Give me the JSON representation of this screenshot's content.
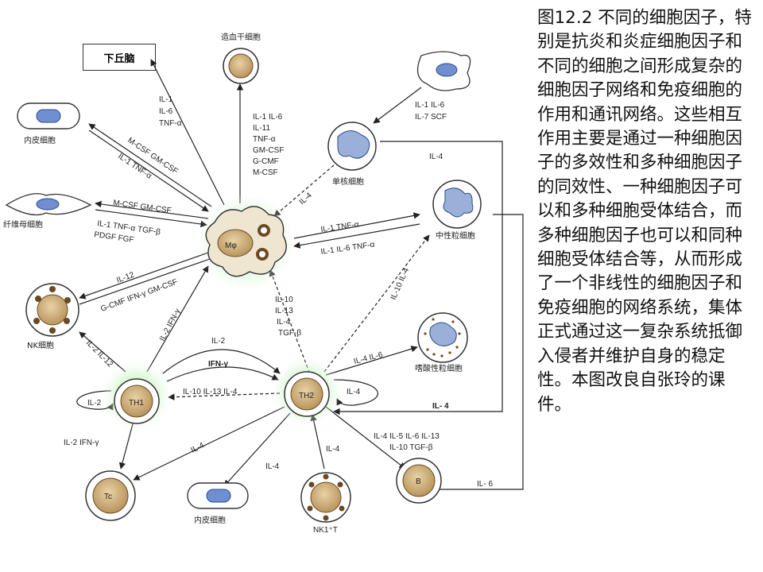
{
  "caption": "图12.2 不同的细胞因子，特别是抗炎和炎症细胞因子和不同的细胞之间形成复杂的细胞因子网络和免疫细胞的作用和通讯网络。这些相互作用主要是通过一种细胞因子的多效性和多种细胞因子的同效性、一种细胞因子可以和多种细胞受体结合，而多种细胞因子也可以和同种细胞受体结合等，从而形成了一个非线性的细胞因子和免疫细胞的网络系统，集体正式通过这一复杂系统抵御入侵者并维护自身的稳定性。本图改良自张玲的课件。",
  "nodes": {
    "hypothalamus": "下丘脑",
    "stem": "造血干细胞",
    "endo_top": "内皮细胞",
    "fibro": "纤维母细胞",
    "nk": "NK细胞",
    "mono": "单核细胞",
    "neut": "中性粒细胞",
    "eos": "嗜酸性粒细胞",
    "endo_bottom": "内皮细胞",
    "nkt": "NK1⁺T",
    "mphi": "Mφ",
    "th1": "TH1",
    "th2": "TH2",
    "tc": "Tc",
    "b": "B"
  },
  "labels": {
    "hypo1": "IL-1",
    "hypo2": "IL-6",
    "hypo3": "TNF-α",
    "stem1": "IL-1 IL-6",
    "stem2": "IL-11",
    "stem3": "TNF-α",
    "stem4": "GM-CSF",
    "stem5": "G-CMF",
    "stem6": "M-CSF",
    "endoA": "M-CSF GM-CSF",
    "endoB": "IL-1 TNF-α",
    "fibA": "M-CSF GM-CSF",
    "fibB": "IL-1 TNF-α TGF-β",
    "fibC": "PDGF FGF",
    "nkA": "IL-12",
    "nkB": "G-CMF IFN-γ GM-CSF",
    "th1up": "IL-2 IFN-γ",
    "nk_th1": "IL-2 IL-12",
    "monoA": "IL-1 IL-6",
    "monoB": "IL-7 SCF",
    "mono_th": "IL-4",
    "mono_m": "IL-4",
    "neutA": "IL-1 TNF-α",
    "neutB": "IL-1 IL-6 TNF-α",
    "th2neut": "IL-10 IL-4",
    "th2m1": "IL-10",
    "th2m2": "IL-13",
    "th2m3": "IL-4",
    "th2m4": "TGF-β",
    "eos": "IL-4 IL-6",
    "il2mid": "IL-2",
    "ifnmid": "IFN-γ",
    "il10mid": "IL-10 IL-13 IL-4",
    "th2self": "IL-4",
    "th2right": "IL- 4",
    "th1self": "IL-2",
    "tc": "IL-2 IFN-γ",
    "th2tc": "IL-4",
    "th2endo": "IL-4",
    "nkt": "IL-4",
    "bA": "IL-4 IL-5 IL-6 IL-13",
    "bB": "IL-10 TGF-β",
    "bright": "IL- 6"
  }
}
